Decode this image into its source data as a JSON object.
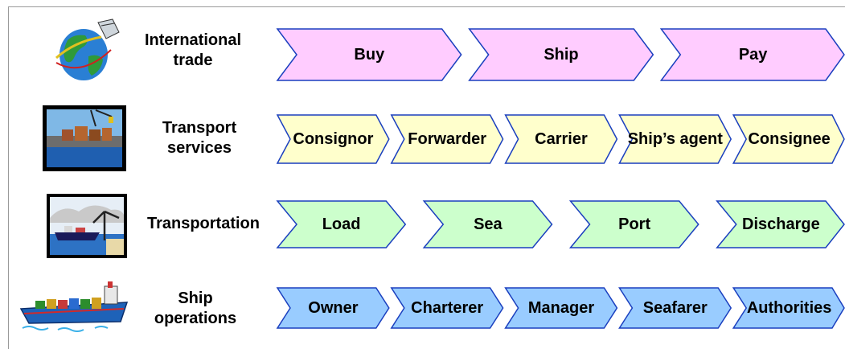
{
  "colors": {
    "trade_fill": "#ffccff",
    "transport_fill": "#ffffcc",
    "transportation_fill": "#ccffcc",
    "ops_fill": "#99ccff",
    "stroke": "#1a3fbf"
  },
  "rows": [
    {
      "icon": "globe-icon",
      "label_lines": [
        "International",
        "trade"
      ],
      "fill_key": "trade_fill",
      "steps": [
        "Buy",
        "Ship",
        "Pay"
      ]
    },
    {
      "icon": "harbor-cargo-icon",
      "label_lines": [
        "Transport",
        "services"
      ],
      "fill_key": "transport_fill",
      "steps": [
        "Consignor",
        "Forwarder",
        "Carrier",
        "Ship’s agent",
        "Consignee"
      ]
    },
    {
      "icon": "port-crane-ship-icon",
      "label_lines": [
        "Transportation"
      ],
      "fill_key": "transportation_fill",
      "steps": [
        "Load",
        "Sea",
        "Port",
        "Discharge"
      ]
    },
    {
      "icon": "container-ship-icon",
      "label_lines": [
        "Ship",
        "operations"
      ],
      "fill_key": "ops_fill",
      "steps": [
        "Owner",
        "Charterer",
        "Manager",
        "Seafarer",
        "Authorities"
      ]
    }
  ]
}
